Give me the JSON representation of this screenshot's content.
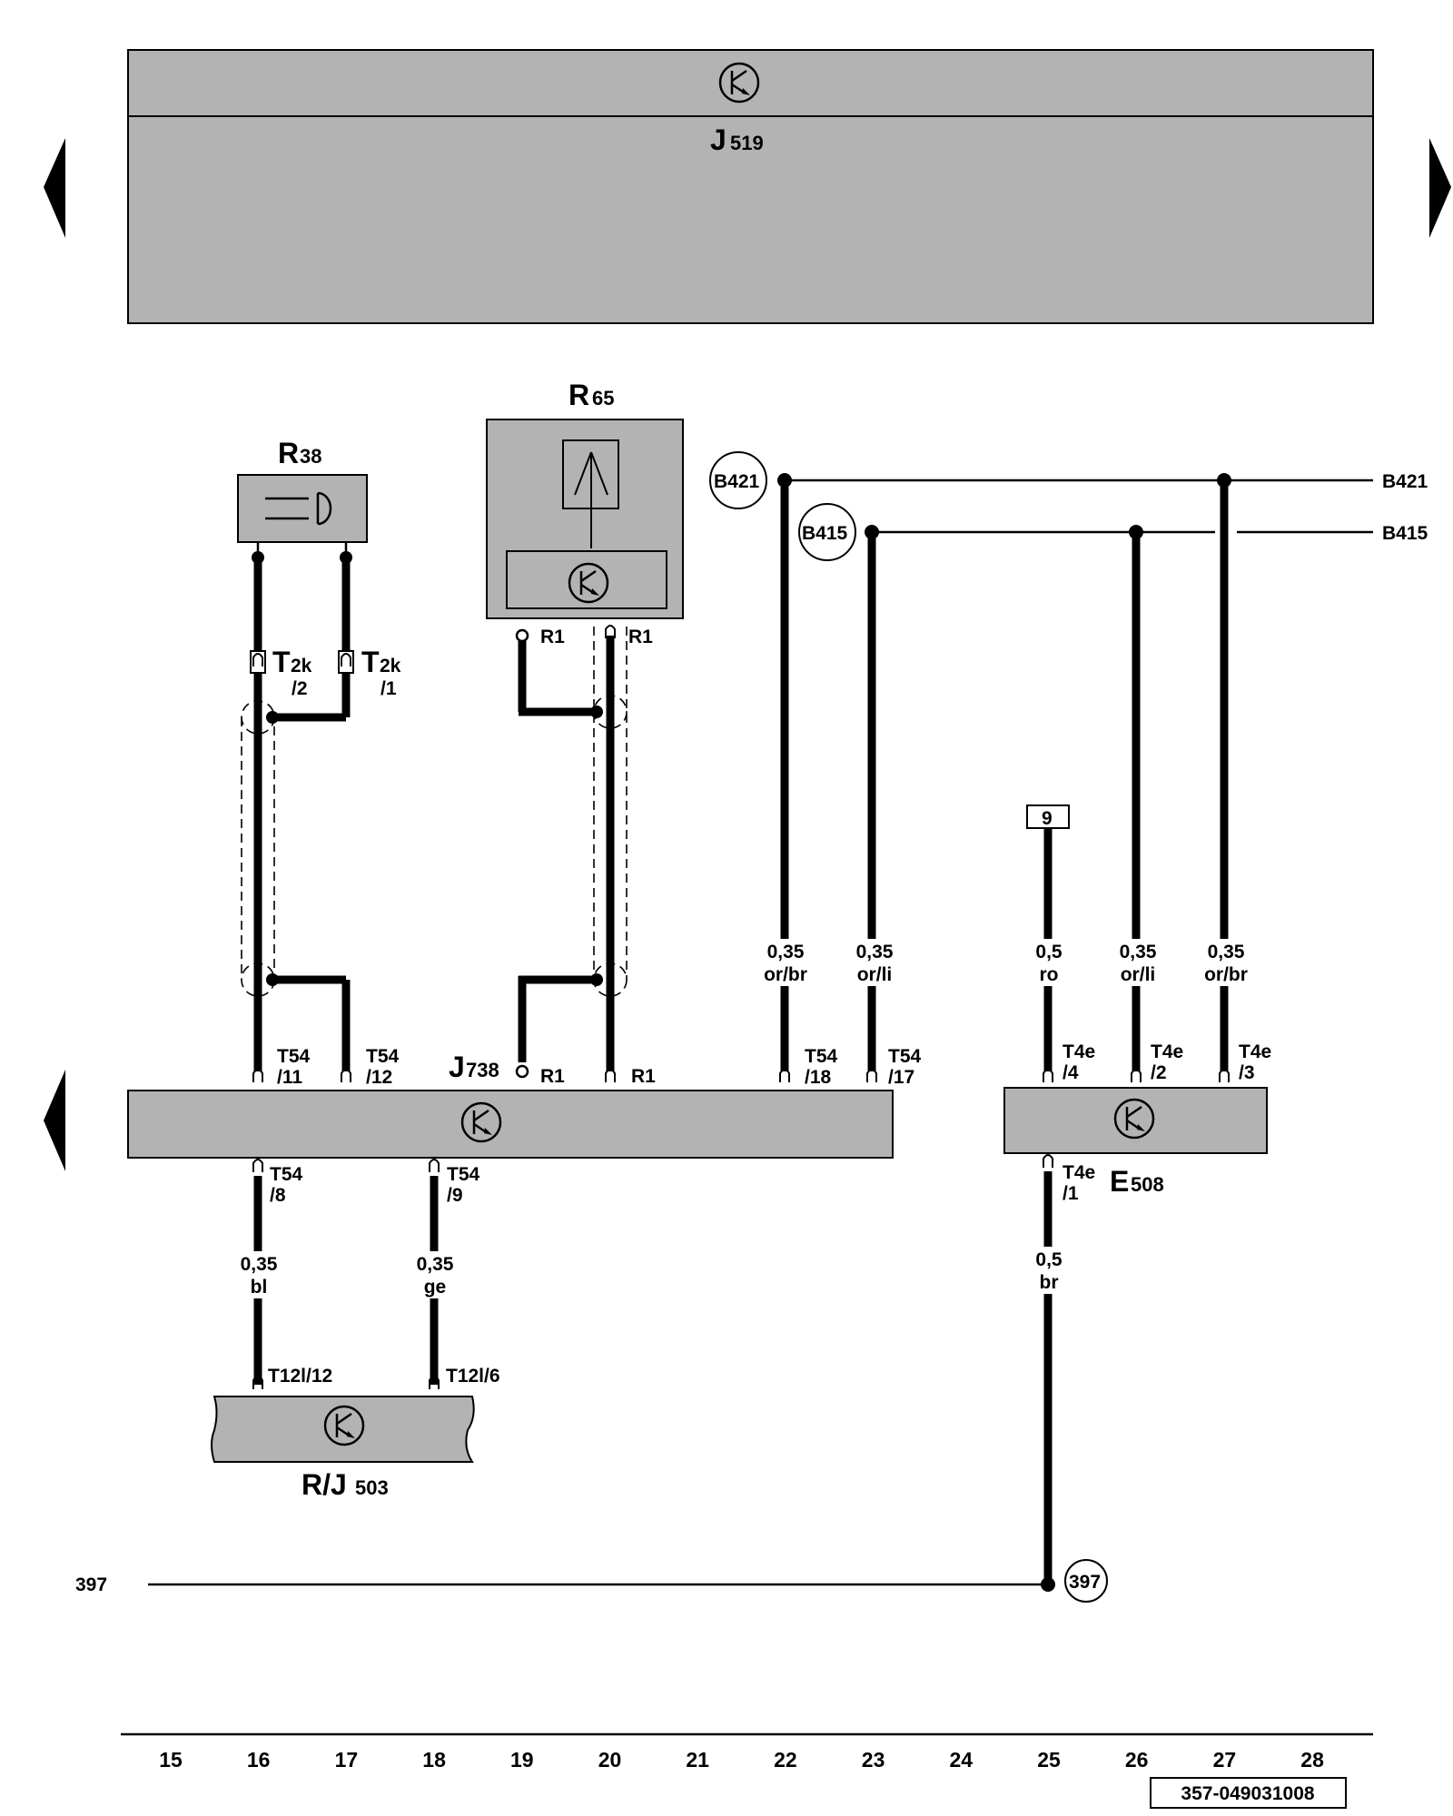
{
  "components": {
    "J519": {
      "letter": "J",
      "sub": "519"
    },
    "J738": {
      "letter": "J",
      "sub": "738"
    },
    "R38": {
      "letter": "R",
      "sub": "38"
    },
    "R65": {
      "letter": "R",
      "sub": "65"
    },
    "E508": {
      "letter": "E",
      "sub": "508"
    },
    "RJ503": {
      "letter": "R/J",
      "sub": "503"
    }
  },
  "refs": {
    "B421": "B421",
    "B415": "B415",
    "ref397": "397",
    "box9": "9"
  },
  "connectors": {
    "T2k": "T",
    "T2k_sub": "2k",
    "T2k_p2": "/2",
    "T2k_p1": "/1",
    "R1": "R1",
    "T54_11a": "T54",
    "T54_11b": "/11",
    "T54_12a": "T54",
    "T54_12b": "/12",
    "T54_18a": "T54",
    "T54_18b": "/18",
    "T54_17a": "T54",
    "T54_17b": "/17",
    "T54_8a": "T54",
    "T54_8b": "/8",
    "T54_9a": "T54",
    "T54_9b": "/9",
    "T4e_4a": "T4e",
    "T4e_4b": "/4",
    "T4e_2a": "T4e",
    "T4e_2b": "/2",
    "T4e_3a": "T4e",
    "T4e_3b": "/3",
    "T4e_1a": "T4e",
    "T4e_1b": "/1",
    "T12l_12": "T12l/12",
    "T12l_6": "T12l/6"
  },
  "wires": {
    "w_orbr_a": {
      "size": "0,35",
      "color": "or/br"
    },
    "w_orli_a": {
      "size": "0,35",
      "color": "or/li"
    },
    "w_ro": {
      "size": "0,5",
      "color": "ro"
    },
    "w_orli_b": {
      "size": "0,35",
      "color": "or/li"
    },
    "w_orbr_b": {
      "size": "0,35",
      "color": "or/br"
    },
    "w_bl": {
      "size": "0,35",
      "color": "bl"
    },
    "w_ge": {
      "size": "0,35",
      "color": "ge"
    },
    "w_br": {
      "size": "0,5",
      "color": "br"
    }
  },
  "axis": [
    "15",
    "16",
    "17",
    "18",
    "19",
    "20",
    "21",
    "22",
    "23",
    "24",
    "25",
    "26",
    "27",
    "28"
  ],
  "drawing_number": "357-049031008",
  "colors": {
    "component_fill": "#b3b3b3",
    "wire": "#000000"
  }
}
